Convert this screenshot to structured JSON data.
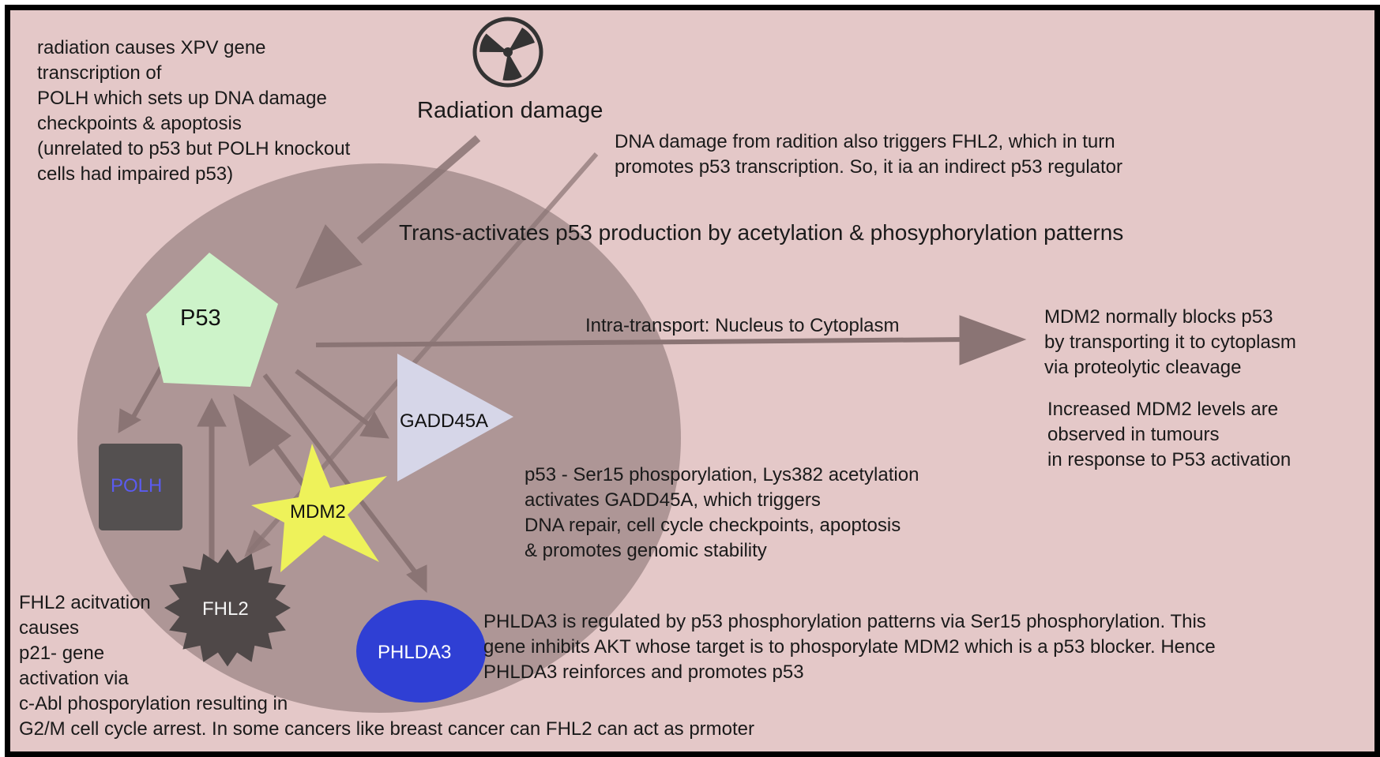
{
  "title": "Radiation damage",
  "icons": {
    "radiation": "radiation-icon"
  },
  "nodes": {
    "p53": {
      "label": "P53",
      "color": "#cdf3c9",
      "text_color": "#111111"
    },
    "polh": {
      "label": "POLH",
      "color": "#545050",
      "text_color": "#5b5bf0"
    },
    "gadd45a": {
      "label": "GADD45A",
      "color": "#d6d6e8",
      "text_color": "#111111"
    },
    "mdm2": {
      "label": "MDM2",
      "color": "#eef25a",
      "text_color": "#111111"
    },
    "fhl2": {
      "label": "FHL2",
      "color": "#4f4848",
      "text_color": "#f4f4f4"
    },
    "phlda3": {
      "label": "PHLDA3",
      "color": "#2f3fd4",
      "text_color": "#ffffff"
    }
  },
  "edge_labels": {
    "transactivates": "Trans-activates p53 production by acetylation &  phosyphorylation patterns",
    "intra_transport": "Intra-transport: Nucleus to Cytoplasm"
  },
  "notes": {
    "polh": "radiation causes XPV gene\n transcription of\nPOLH which sets up DNA damage\ncheckpoints & apoptosis\n(unrelated to p53 but POLH knockout\ncells had impaired p53)",
    "fhl2_radiation": "DNA damage from radition also triggers FHL2, which in turn\npromotes p53 transcription. So, it ia an indirect p53 regulator",
    "mdm2_block": "MDM2 normally blocks p53\nby transporting it to cytoplasm\nvia proteolytic cleavage",
    "mdm2_levels": "Increased MDM2 levels are\nobserved  in tumours\nin response to P53 activation",
    "gadd45a": "p53 - Ser15 phosporylation, Lys382 acetylation\nactivates GADD45A, which triggers\nDNA repair, cell cycle checkpoints, apoptosis\n& promotes genomic stability",
    "phlda3": "PHLDA3 is regulated by p53 phosphorylation patterns via Ser15 phosphorylation. This\ngene inhibits AKT whose target is to phosporylate MDM2 which is a p53 blocker. Hence\nPHLDA3 reinforces and promotes p53",
    "fhl2": "FHL2 acitvation\ncauses\np21- gene\nactivation via\nc-Abl phosporylation resulting in\nG2/M cell cycle arrest. In some cancers like breast cancer can FHL2 can act as prmoter"
  },
  "colors": {
    "background": "#e4c8c8",
    "cell": "#9c8585",
    "arrow": "#8a7474",
    "border": "#000000"
  }
}
